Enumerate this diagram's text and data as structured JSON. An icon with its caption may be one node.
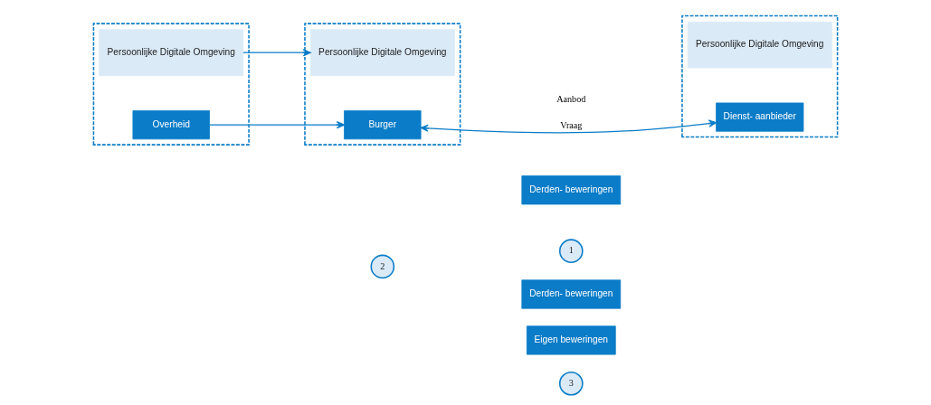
{
  "diagram": {
    "nodes": [
      {
        "text": [],
        "shape": "box"
      },
      {
        "text": [
          "Overheid"
        ],
        "in": 0
      },
      {
        "text": [
          "Persoonlijke Digitale Omgeving"
        ],
        "in": 0
      },
      {
        "text": [],
        "shape": "box"
      },
      {
        "text": [
          "Burger"
        ],
        "in": 3
      },
      {
        "text": [
          "Persoonlijke Digitale Omgeving"
        ],
        "in": 3
      },
      {
        "text": [],
        "shape": "box"
      },
      {
        "text": [
          "Dienst- aanbieder"
        ],
        "in": 6
      },
      {
        "text": [
          "Persoonlijke Digitale Omgeving"
        ],
        "in": 6
      },
      {
        "text": [
          "Derden- beweringen"
        ]
      },
      {
        "text": [
          "Derden- beweringen"
        ]
      },
      {
        "text": [
          "Eigen beweringen"
        ]
      },
      {
        "text": [
          "1"
        ]
      },
      {
        "text": [
          "2"
        ]
      },
      {
        "text": [
          "3"
        ]
      }
    ],
    "edges": [
      {
        "from": 1,
        "to": 4,
        "arrow": "to"
      },
      {
        "from": 2,
        "to": 5,
        "arrow": "to"
      },
      {
        "from": 4,
        "to": 7,
        "arrow": "both",
        "label": "Vraag"
      }
    ],
    "labels": [
      "Aanbod"
    ]
  }
}
